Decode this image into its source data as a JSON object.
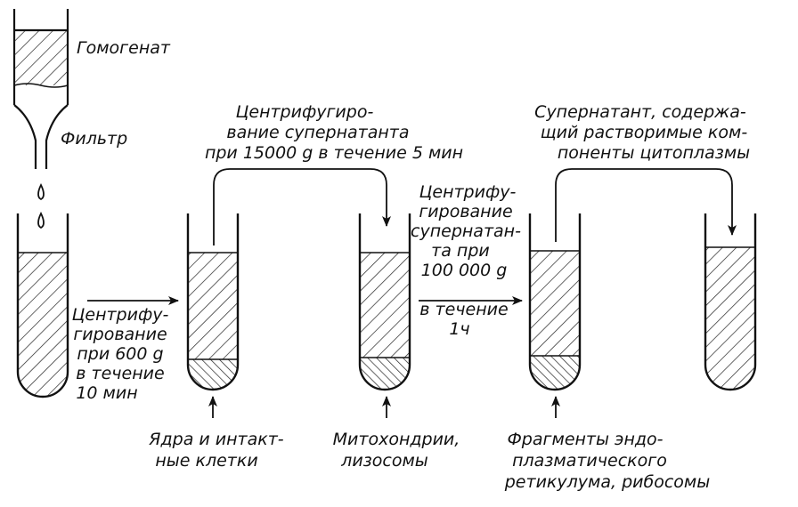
{
  "labels": {
    "homogenate": "Гомогенат",
    "filter": "Фильтр",
    "step1": [
      "Центрифу-",
      "гирование",
      "при 600 g",
      "в  течение",
      "10 мин"
    ],
    "step2": [
      "Центрифугиро-",
      "вание супернатанта",
      "при 15000 g в течение 5 мин"
    ],
    "step3": [
      "Центрифу-",
      "гирование",
      "супернатан-",
      "та при",
      "100 000 g",
      "в течение",
      "1ч"
    ],
    "step4": [
      "Супернатант, содержа-",
      "щий растворимые ком-",
      "поненты цитоплазмы"
    ],
    "fraction1": [
      "Ядра и интакт-",
      "ные клетки"
    ],
    "fraction2": [
      "Митохондрии,",
      "лизосомы"
    ],
    "fraction3": [
      "Фрагменты эндо-",
      "плазматического",
      "ретикулума, рибосомы"
    ]
  }
}
